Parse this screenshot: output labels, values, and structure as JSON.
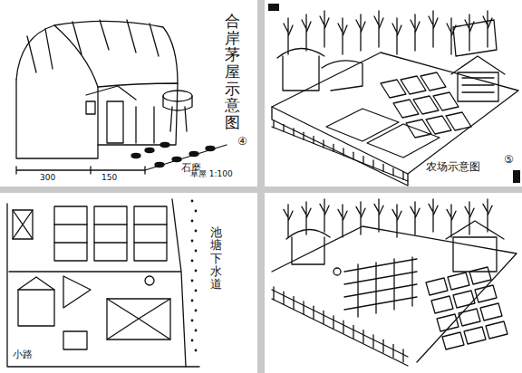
{
  "diagram": {
    "labels": [
      "合岸茅屋示意图",
      "④",
      "300",
      "150",
      "石磨",
      "草屋 1:100",
      "农场示意图",
      "⑤",
      "池塘下水道",
      "小路"
    ]
  }
}
